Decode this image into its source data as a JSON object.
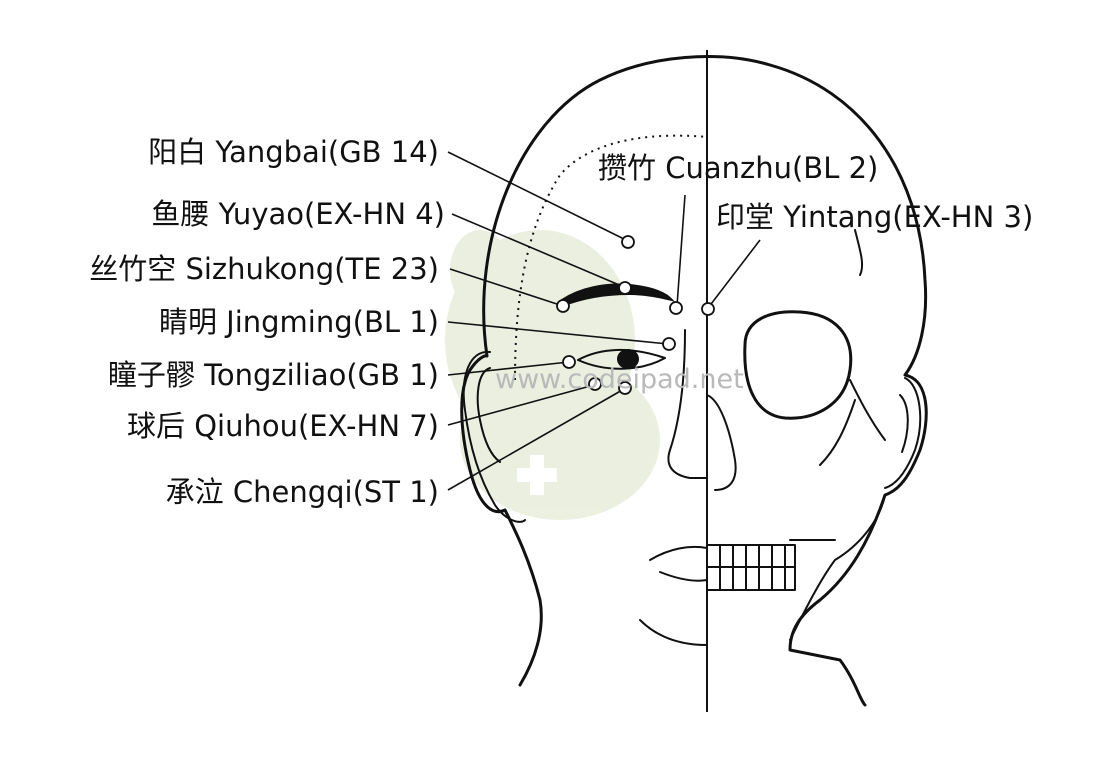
{
  "watermark": {
    "text": "www.codeipad.net",
    "color": "#c8d4a8"
  },
  "colors": {
    "line": "#111111",
    "point_fill": "#ffffff",
    "background": "#ffffff"
  },
  "labels": {
    "yangbai": "阳白 Yangbai(GB 14)",
    "yuyao": "鱼腰 Yuyao(EX-HN 4)",
    "sizhukong": "丝竹空 Sizhukong(TE 23)",
    "jingming": "睛明 Jingming(BL 1)",
    "tongziliao": "瞳子髎 Tongziliao(GB 1)",
    "qiuhou": "球后 Qiuhou(EX-HN 7)",
    "chengqi": "承泣 Chengqi(ST 1)",
    "cuanzhu": "攒竹 Cuanzhu(BL 2)",
    "yintang": "印堂 Yintang(EX-HN 3)"
  }
}
